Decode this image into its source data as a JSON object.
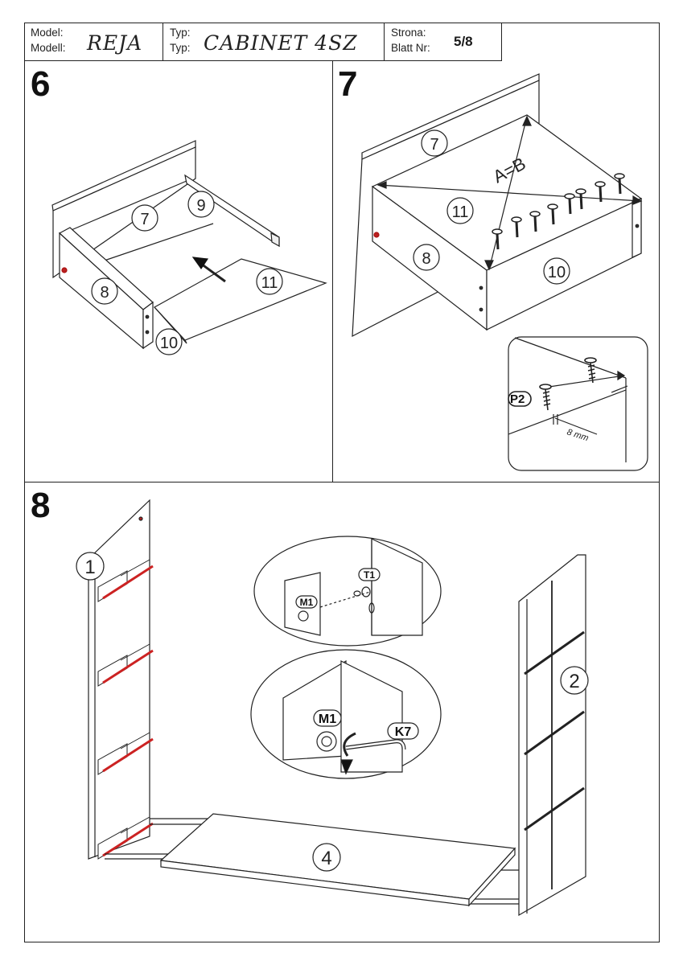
{
  "header": {
    "model_label_1": "Model:",
    "model_label_2": "Modell:",
    "model_value": "REJA",
    "type_label_1": "Typ:",
    "type_label_2": "Typ:",
    "type_value": "CABINET 4SZ",
    "page_label_1": "Strona:",
    "page_label_2": "Blatt Nr:",
    "page_value": "5/8"
  },
  "steps": {
    "step6": {
      "number": "6",
      "callouts": [
        "7",
        "9",
        "8",
        "11",
        "10"
      ]
    },
    "step7": {
      "number": "7",
      "callouts": [
        "7",
        "11",
        "8",
        "10"
      ],
      "diagonal_label": "A=B",
      "detail": {
        "part": "P2",
        "dimension": "8 mm"
      }
    },
    "step8": {
      "number": "8",
      "callouts": [
        "1",
        "2",
        "4"
      ],
      "detail_top": {
        "t1": "T1",
        "m1": "M1"
      },
      "detail_bottom": {
        "m1": "M1",
        "k7": "K7"
      }
    }
  }
}
